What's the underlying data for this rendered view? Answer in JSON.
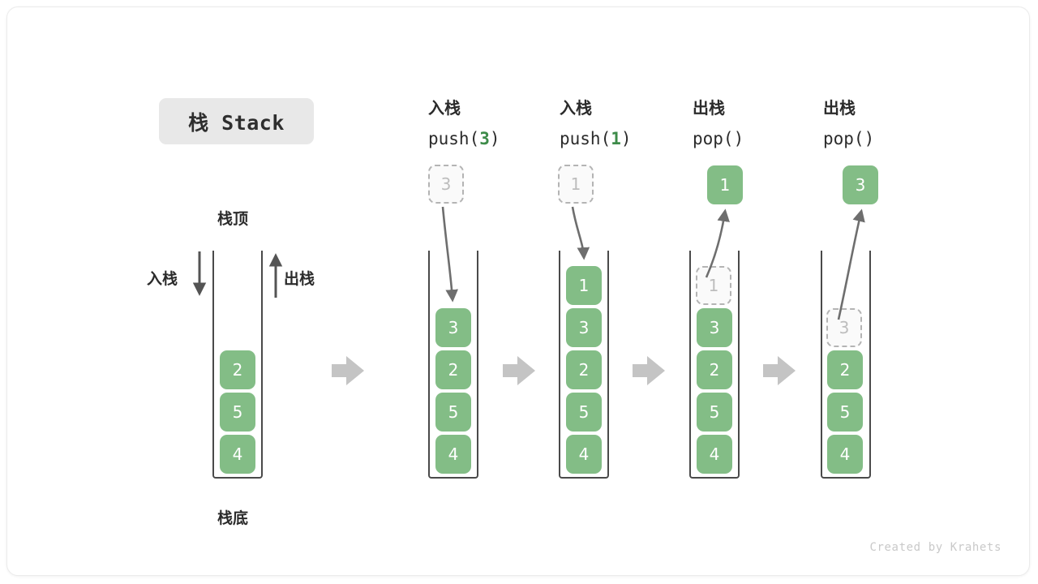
{
  "title": {
    "text": "栈 Stack",
    "bg_color": "#e8e8e8"
  },
  "colors": {
    "cell_green": "#83bd86",
    "arg_green": "#3d8b49",
    "ghost_gray": "#bdbdbd",
    "arrow_gray": "#6e6e6e",
    "step_arrow_gray": "#c4c4c4",
    "outline_dark": "#4a4a4a"
  },
  "initial_stack": {
    "top_label": "栈顶",
    "bottom_label": "栈底",
    "push_label": "入栈",
    "pop_label": "出栈",
    "cells": [
      "2",
      "5",
      "4"
    ]
  },
  "steps": [
    {
      "id": "push-3",
      "op_cn": "入栈",
      "op_code_prefix": "push(",
      "op_code_arg": "3",
      "op_code_suffix": ")",
      "incoming_value": "3",
      "incoming_kind": "ghost",
      "cells": [
        {
          "value": "3",
          "kind": "filled"
        },
        {
          "value": "2",
          "kind": "filled"
        },
        {
          "value": "5",
          "kind": "filled"
        },
        {
          "value": "4",
          "kind": "filled"
        }
      ]
    },
    {
      "id": "push-1",
      "op_cn": "入栈",
      "op_code_prefix": "push(",
      "op_code_arg": "1",
      "op_code_suffix": ")",
      "incoming_value": "1",
      "incoming_kind": "ghost",
      "cells": [
        {
          "value": "1",
          "kind": "filled"
        },
        {
          "value": "3",
          "kind": "filled"
        },
        {
          "value": "2",
          "kind": "filled"
        },
        {
          "value": "5",
          "kind": "filled"
        },
        {
          "value": "4",
          "kind": "filled"
        }
      ]
    },
    {
      "id": "pop-1",
      "op_cn": "出栈",
      "op_code_prefix": "pop(",
      "op_code_arg": "",
      "op_code_suffix": ")",
      "incoming_value": "1",
      "incoming_kind": "filled",
      "cells": [
        {
          "value": "1",
          "kind": "ghost"
        },
        {
          "value": "3",
          "kind": "filled"
        },
        {
          "value": "2",
          "kind": "filled"
        },
        {
          "value": "5",
          "kind": "filled"
        },
        {
          "value": "4",
          "kind": "filled"
        }
      ]
    },
    {
      "id": "pop-3",
      "op_cn": "出栈",
      "op_code_prefix": "pop(",
      "op_code_arg": "",
      "op_code_suffix": ")",
      "incoming_value": "3",
      "incoming_kind": "filled",
      "cells": [
        {
          "value": "3",
          "kind": "ghost"
        },
        {
          "value": "2",
          "kind": "filled"
        },
        {
          "value": "5",
          "kind": "filled"
        },
        {
          "value": "4",
          "kind": "filled"
        }
      ]
    }
  ],
  "watermark": "Created by Krahets"
}
